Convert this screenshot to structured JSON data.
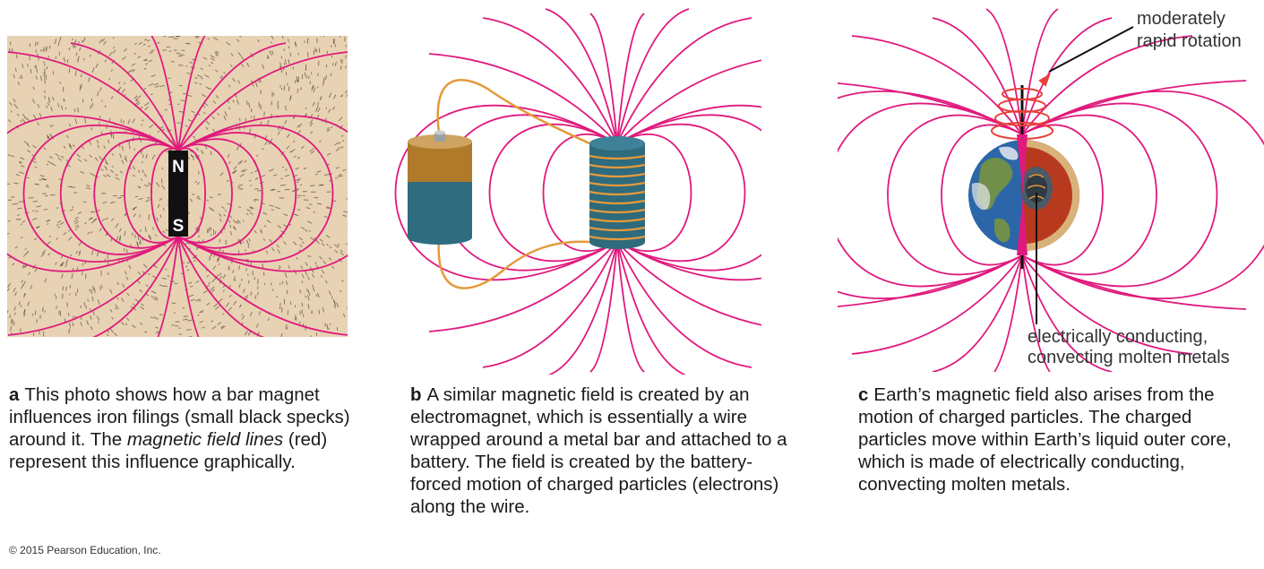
{
  "panel_a": {
    "north_label": "N",
    "south_label": "S"
  },
  "panel_c": {
    "rotation_label_line1": "moderately",
    "rotation_label_line2": "rapid rotation",
    "core_label_line1": "electrically conducting,",
    "core_label_line2": "convecting molten metals"
  },
  "captions": {
    "a": {
      "letter": "a",
      "text_before": "This photo shows how a bar magnet influences iron filings (small black specks) around it. The ",
      "text_italic": "magnetic field lines",
      "text_after": " (red) represent this influence graphically."
    },
    "b": {
      "letter": "b",
      "text": "A similar magnetic field is created by an electromagnet, which is essentially a wire wrapped around a metal bar and attached to a battery. The field is created by the battery-forced motion of charged particles (electrons) along the wire."
    },
    "c": {
      "letter": "c",
      "text": "Earth’s magnetic field also arises from the motion of charged particles. The charged particles move within Earth’s liquid outer core, which is made of electrically conducting, convecting molten metals."
    }
  },
  "copyright": "© 2015 Pearson Education, Inc.",
  "colors": {
    "field_line": "#e0197d",
    "filings_bg": "#e8d2b4",
    "battery_top": "#b07a2a",
    "battery_bottom": "#2f6c80",
    "coil_core": "#2d6b7d",
    "coil_wire": "#e39a3c",
    "earth_ocean": "#2c66a8",
    "earth_mantle": "#b83a1e"
  }
}
